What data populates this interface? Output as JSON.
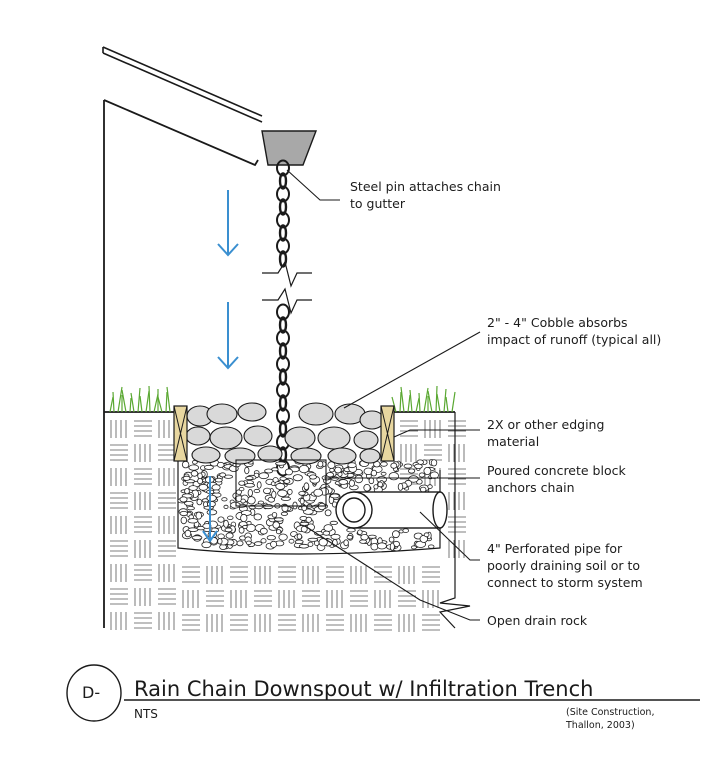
{
  "labels": {
    "steel_pin": "Steel pin attaches chain\nto gutter",
    "cobble": "2\" - 4\" Cobble absorbs\nimpact of runoff (typical all)",
    "edging": "2X or other edging\nmaterial",
    "concrete_block": "Poured concrete block\nanchors chain",
    "pipe": "4\" Perforated pipe for\npoorly draining soil or to\nconnect to storm system",
    "drain_rock": "Open drain rock"
  },
  "title_block": {
    "code": "D-",
    "title": "Rain Chain Downspout w/ Infiltration Trench",
    "scale": "NTS",
    "citation": "(Site Construction,\nThallon, 2003)"
  },
  "colors": {
    "ink": "#1a1a1a",
    "water_arrow": "#3a8fd0",
    "grass": "#5aa832",
    "edging_wood": "#e8d7a0",
    "gutter": "#a8a8a8",
    "cobble": "#d9d9d9"
  }
}
